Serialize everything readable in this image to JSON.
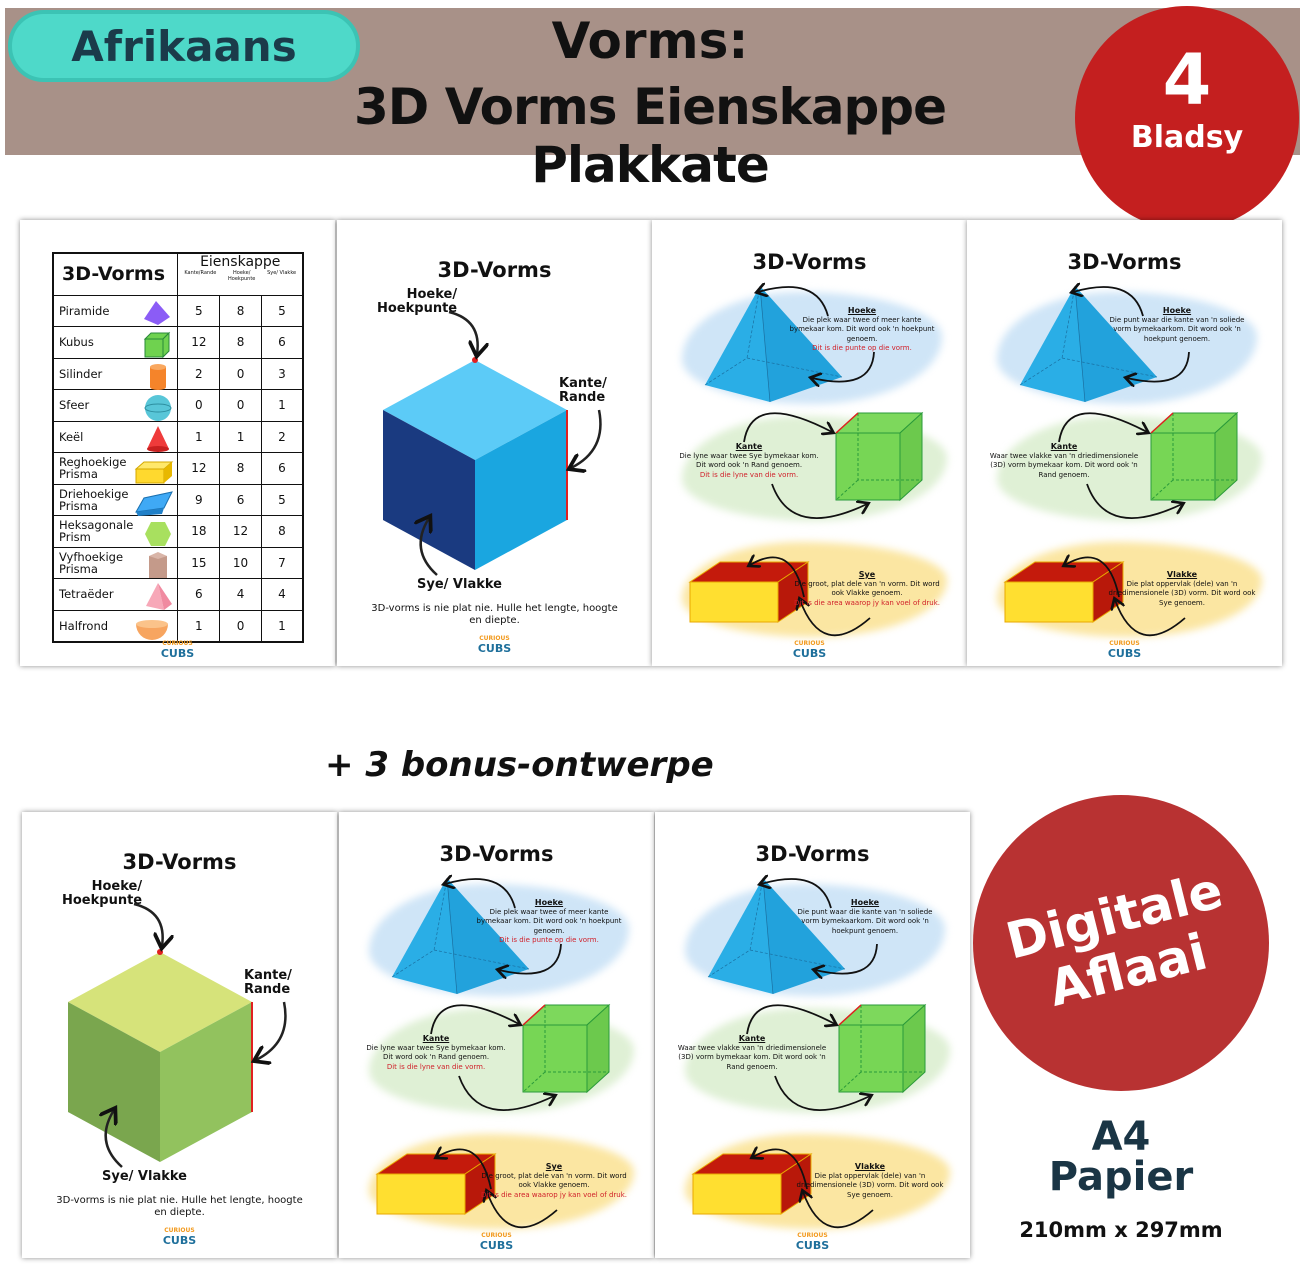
{
  "header": {
    "badge": "Afrikaans",
    "title_line1": "Vorms:",
    "title_line2": "3D Vorms Eienskappe Plakkate",
    "page_count": "4",
    "page_count_label": "Bladsy",
    "band_color": "#a89188",
    "badge_color": "#4ed9c9",
    "count_color": "#c41f1f"
  },
  "logo": {
    "top": "CURIOUS",
    "bottom": "CUBS"
  },
  "table": {
    "title": "3D-Vorms",
    "props_header": "Eienskappe",
    "columns": [
      "Kante/Rande",
      "Hoeke/\nHoekpunte",
      "Sye/ Vlakke"
    ],
    "rows": [
      {
        "name": "Piramide",
        "icon": "pyramid-icon",
        "color": "#8b5cf6",
        "values": [
          "5",
          "8",
          "5"
        ]
      },
      {
        "name": "Kubus",
        "icon": "cube-icon",
        "color": "#6fd24f",
        "values": [
          "12",
          "8",
          "6"
        ]
      },
      {
        "name": "Silinder",
        "icon": "cylinder-icon",
        "color": "#f5842a",
        "values": [
          "2",
          "0",
          "3"
        ]
      },
      {
        "name": "Sfeer",
        "icon": "sphere-icon",
        "color": "#58c6d8",
        "values": [
          "0",
          "0",
          "1"
        ]
      },
      {
        "name": "Keël",
        "icon": "cone-icon",
        "color": "#ef3b3b",
        "values": [
          "1",
          "1",
          "2"
        ]
      },
      {
        "name": "Reghoekige\nPrisma",
        "icon": "rectangular-prism-icon",
        "color": "#ffd92e",
        "values": [
          "12",
          "8",
          "6"
        ]
      },
      {
        "name": "Driehoekige\nPrisma",
        "icon": "triangular-prism-icon",
        "color": "#3fa9f5",
        "values": [
          "9",
          "6",
          "5"
        ]
      },
      {
        "name": "Heksagonale\nPrism",
        "icon": "hexagonal-prism-icon",
        "color": "#a8e05f",
        "values": [
          "18",
          "12",
          "8"
        ]
      },
      {
        "name": "Vyfhoekige\nPrisma",
        "icon": "pentagonal-prism-icon",
        "color": "#c49a8a",
        "values": [
          "15",
          "10",
          "7"
        ]
      },
      {
        "name": "Tetraëder",
        "icon": "tetrahedron-icon",
        "color": "#f7a8b8",
        "values": [
          "6",
          "4",
          "4"
        ]
      },
      {
        "name": "Halfrond",
        "icon": "hemisphere-icon",
        "color": "#f7a560",
        "values": [
          "1",
          "0",
          "1"
        ]
      }
    ]
  },
  "cube_poster": {
    "title": "3D-Vorms",
    "corner_label": "Hoeke/\nHoekpunte",
    "edge_label": "Kante/\nRande",
    "face_label": "Sye/ Vlakke",
    "caption": "3D-vorms is nie plat nie. Hulle het lengte, hoogte en diepte.",
    "themes": {
      "blue": {
        "top": "#5ccbf7",
        "left": "#1a3a80",
        "right": "#1aa6e0"
      },
      "green": {
        "top": "#d6e37a",
        "left": "#7aa64e",
        "right": "#92c25e"
      }
    }
  },
  "info_a": {
    "title": "3D-Vorms",
    "sections": [
      {
        "heading": "Hoeke",
        "text": "Die plek waar twee of meer kante bymekaar kom. Dit word ook 'n hoekpunt genoem.",
        "note": "Dit is die punte op die vorm."
      },
      {
        "heading": "Kante",
        "text": "Die lyne waar twee Sye bymekaar kom. Dit word ook 'n Rand genoem.",
        "note": "Dit is die lyne van die vorm."
      },
      {
        "heading": "Sye",
        "text": "Die groot, plat dele van 'n vorm. Dit word ook Vlakke genoem.",
        "note": "Dit is die area waarop jy kan voel of druk."
      }
    ]
  },
  "info_b": {
    "title": "3D-Vorms",
    "sections": [
      {
        "heading": "Hoeke",
        "text": "Die punt waar die kante van 'n soliede vorm bymekaarkom. Dit word ook 'n hoekpunt genoem.",
        "note": ""
      },
      {
        "heading": "Kante",
        "text": "Waar twee vlakke van 'n driedimensionele (3D) vorm bymekaar kom. Dit word ook 'n Rand genoem.",
        "note": ""
      },
      {
        "heading": "Vlakke",
        "text": "Die plat oppervlak (dele) van 'n driedimensionele (3D) vorm. Dit word ook Sye genoem.",
        "note": ""
      }
    ]
  },
  "bonus_label": "+ 3 bonus-ontwerpe",
  "digital": {
    "label": "Digitale\nAflaai",
    "color": "#b83232"
  },
  "paper": {
    "size": "A4",
    "label": "Papier",
    "dimensions": "210mm x 297mm"
  }
}
